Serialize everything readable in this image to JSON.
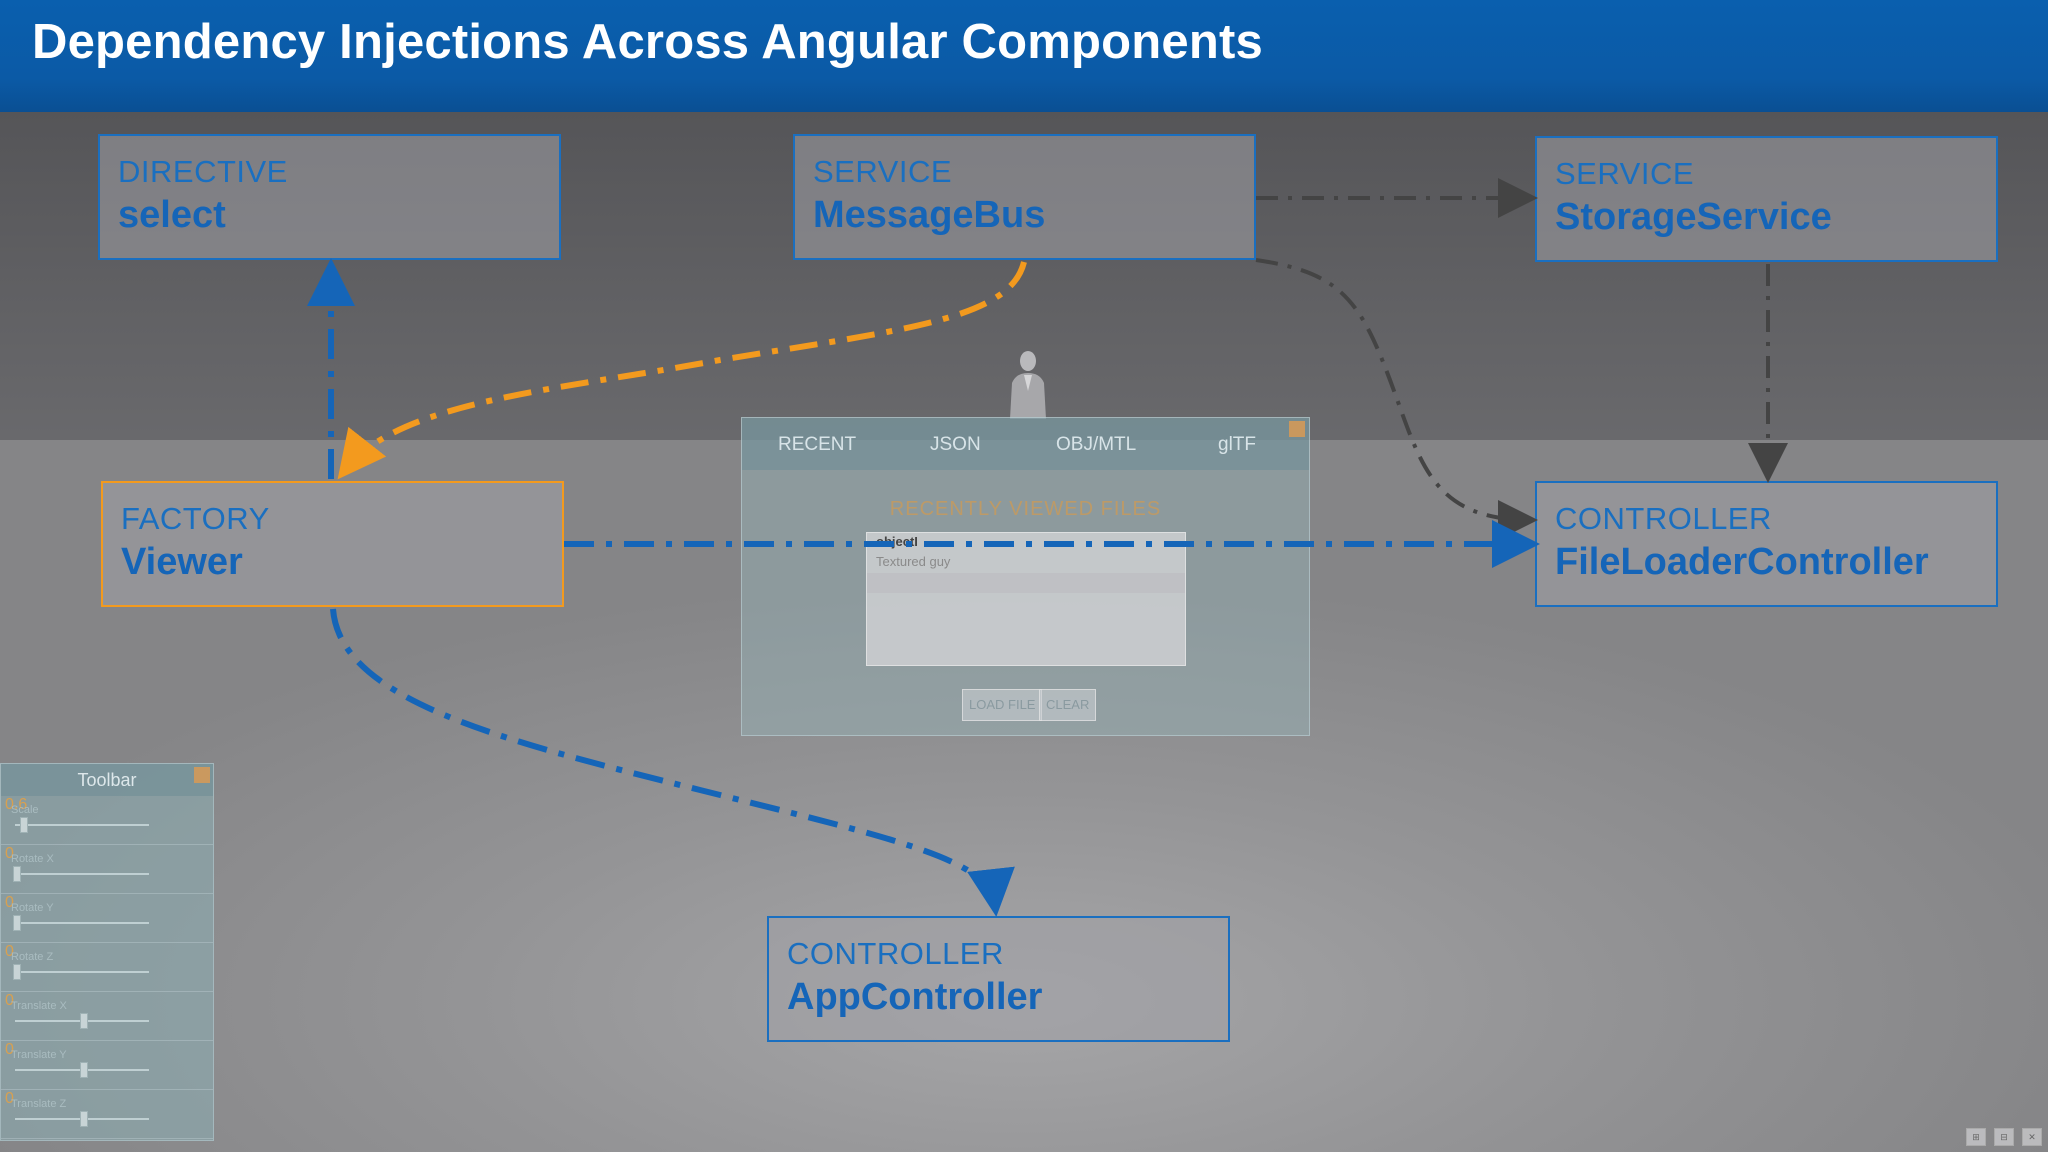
{
  "title": "Dependency Injections Across Angular Components",
  "nodes": {
    "select": {
      "kind": "DIRECTIVE",
      "name": "select"
    },
    "messagebus": {
      "kind": "SERVICE",
      "name": "MessageBus"
    },
    "storageservice": {
      "kind": "SERVICE",
      "name": "StorageService"
    },
    "viewer": {
      "kind": "FACTORY",
      "name": "Viewer"
    },
    "fileloader": {
      "kind": "CONTROLLER",
      "name": "FileLoaderController"
    },
    "appcontroller": {
      "kind": "CONTROLLER",
      "name": "AppController"
    }
  },
  "edges": [
    {
      "from": "MessageBus",
      "to": "StorageService",
      "color": "#444444"
    },
    {
      "from": "MessageBus",
      "to": "FileLoaderController",
      "color": "#444444"
    },
    {
      "from": "StorageService",
      "to": "FileLoaderController",
      "color": "#444444"
    },
    {
      "from": "MessageBus",
      "to": "Viewer",
      "color": "#f39a1e"
    },
    {
      "from": "Viewer",
      "to": "select",
      "color": "#1565b8"
    },
    {
      "from": "Viewer",
      "to": "FileLoaderController",
      "color": "#1565b8"
    },
    {
      "from": "Viewer",
      "to": "AppController",
      "color": "#1565b8"
    }
  ],
  "dialog": {
    "tabs": [
      "RECENT",
      "JSON",
      "OBJ/MTL",
      "glTF"
    ],
    "heading": "RECENTLY VIEWED FILES",
    "list_header": "objectI",
    "list_items": [
      "Textured guy"
    ],
    "load_button": "LOAD FILE",
    "clear_button": "CLEAR"
  },
  "toolbar": {
    "title": "Toolbar",
    "sliders": [
      {
        "label": "Scale",
        "value": "0.6",
        "level": 0.05
      },
      {
        "label": "Rotate X",
        "value": "0",
        "level": 0.0
      },
      {
        "label": "Rotate Y",
        "value": "0",
        "level": 0.0
      },
      {
        "label": "Rotate Z",
        "value": "0",
        "level": 0.0
      },
      {
        "label": "Translate X",
        "value": "0",
        "level": 0.5
      },
      {
        "label": "Translate Y",
        "value": "0",
        "level": 0.5
      },
      {
        "label": "Translate Z",
        "value": "0",
        "level": 0.5
      }
    ]
  },
  "colors": {
    "title_bar": "#0b5aa6",
    "node_border": "#1a6fc0",
    "factory_border": "#f39a1e",
    "dependency_dark": "#444444",
    "dependency_blue": "#1565b8",
    "dependency_orange": "#f39a1e"
  }
}
